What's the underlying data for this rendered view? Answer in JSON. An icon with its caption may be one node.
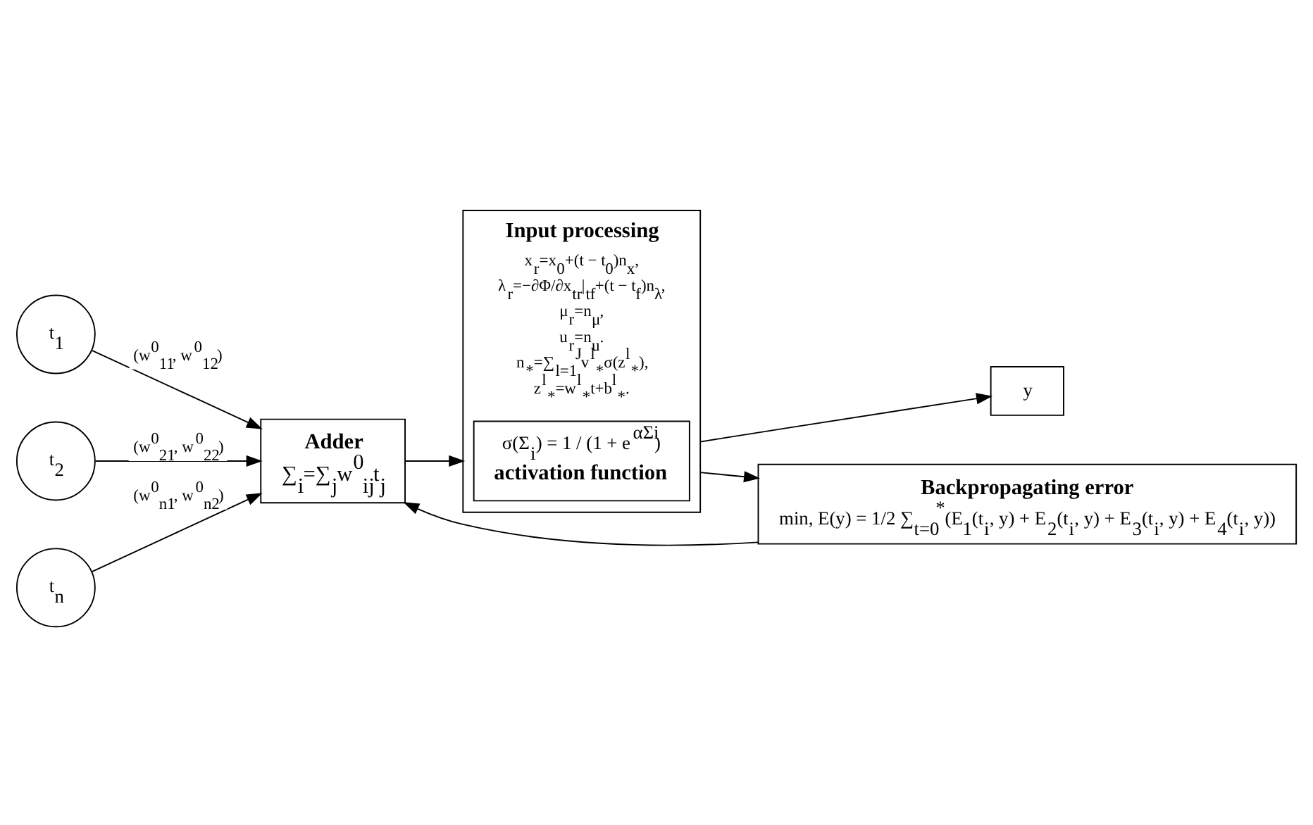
{
  "diagram": {
    "nodes": [
      {
        "text": [
          "t$_{1}$"
        ]
      },
      {
        "text": [
          "t$_{2}$"
        ]
      },
      {
        "text": [
          "t$_{n}$"
        ]
      },
      {
        "text": [
          "Adder",
          "∑$_{i}$=∑$_{j}$w$^{0}$$_{ij}$t$_{j}$"
        ]
      },
      {
        "text": [
          "Input processing",
          "x$_{r}$=x$_{0}$+(t − t$_{0}$)n$_{x}$,",
          "λ$_{r}$=−∂Φ/∂x$_{tr}$|$_{tf}$+(t − t$_{f}$)n$_{λ}$,",
          "μ$_{r}$=n$_{μ}$,",
          "u$_{r}$=n$_{u}$.",
          "n$_{*}$=∑$_{l=1}$$^{J}$v$^{l}$$_{*}$σ(z$^{l}$$_{*}$),",
          "z$^{l}$$_{*}$=w$^{l}$$_{*}$t+b$^{l}$$_{*}$."
        ]
      },
      {
        "text": [
          "σ(Σ$_{i}$) = 1 / (1 + e$^{αΣi}$)",
          "activation function"
        ],
        "in": 4
      },
      {
        "text": [
          "y"
        ]
      },
      {
        "text": [
          "Backpropagating error",
          "min, E(y) = 1/2 ∑$_{t=0}$$^{*}$(E$_{1}$(t$_{i}$, y) + E$_{2}$(t$_{i}$, y) + E$_{3}$(t$_{i}$, y) + E$_{4}$(t$_{i}$, y))"
        ]
      }
    ],
    "edges": [
      {
        "from": 0,
        "to": 3,
        "arrow": "to",
        "label": "(w$^{0}$$_{11}$, w$^{0}$$_{12}$)"
      },
      {
        "from": 1,
        "to": 3,
        "arrow": "to",
        "label": "(w$^{0}$$_{21}$, w$^{0}$$_{22}$)"
      },
      {
        "from": 2,
        "to": 3,
        "arrow": "to",
        "label": "(w$^{0}$$_{n1}$, w$^{0}$$_{n2}$)"
      },
      {
        "from": 3,
        "to": 4,
        "arrow": "to"
      },
      {
        "from": 4,
        "to": 6,
        "arrow": "to"
      },
      {
        "from": 4,
        "to": 7,
        "arrow": "to"
      },
      {
        "from": 7,
        "to": 3,
        "arrow": "to"
      }
    ]
  }
}
